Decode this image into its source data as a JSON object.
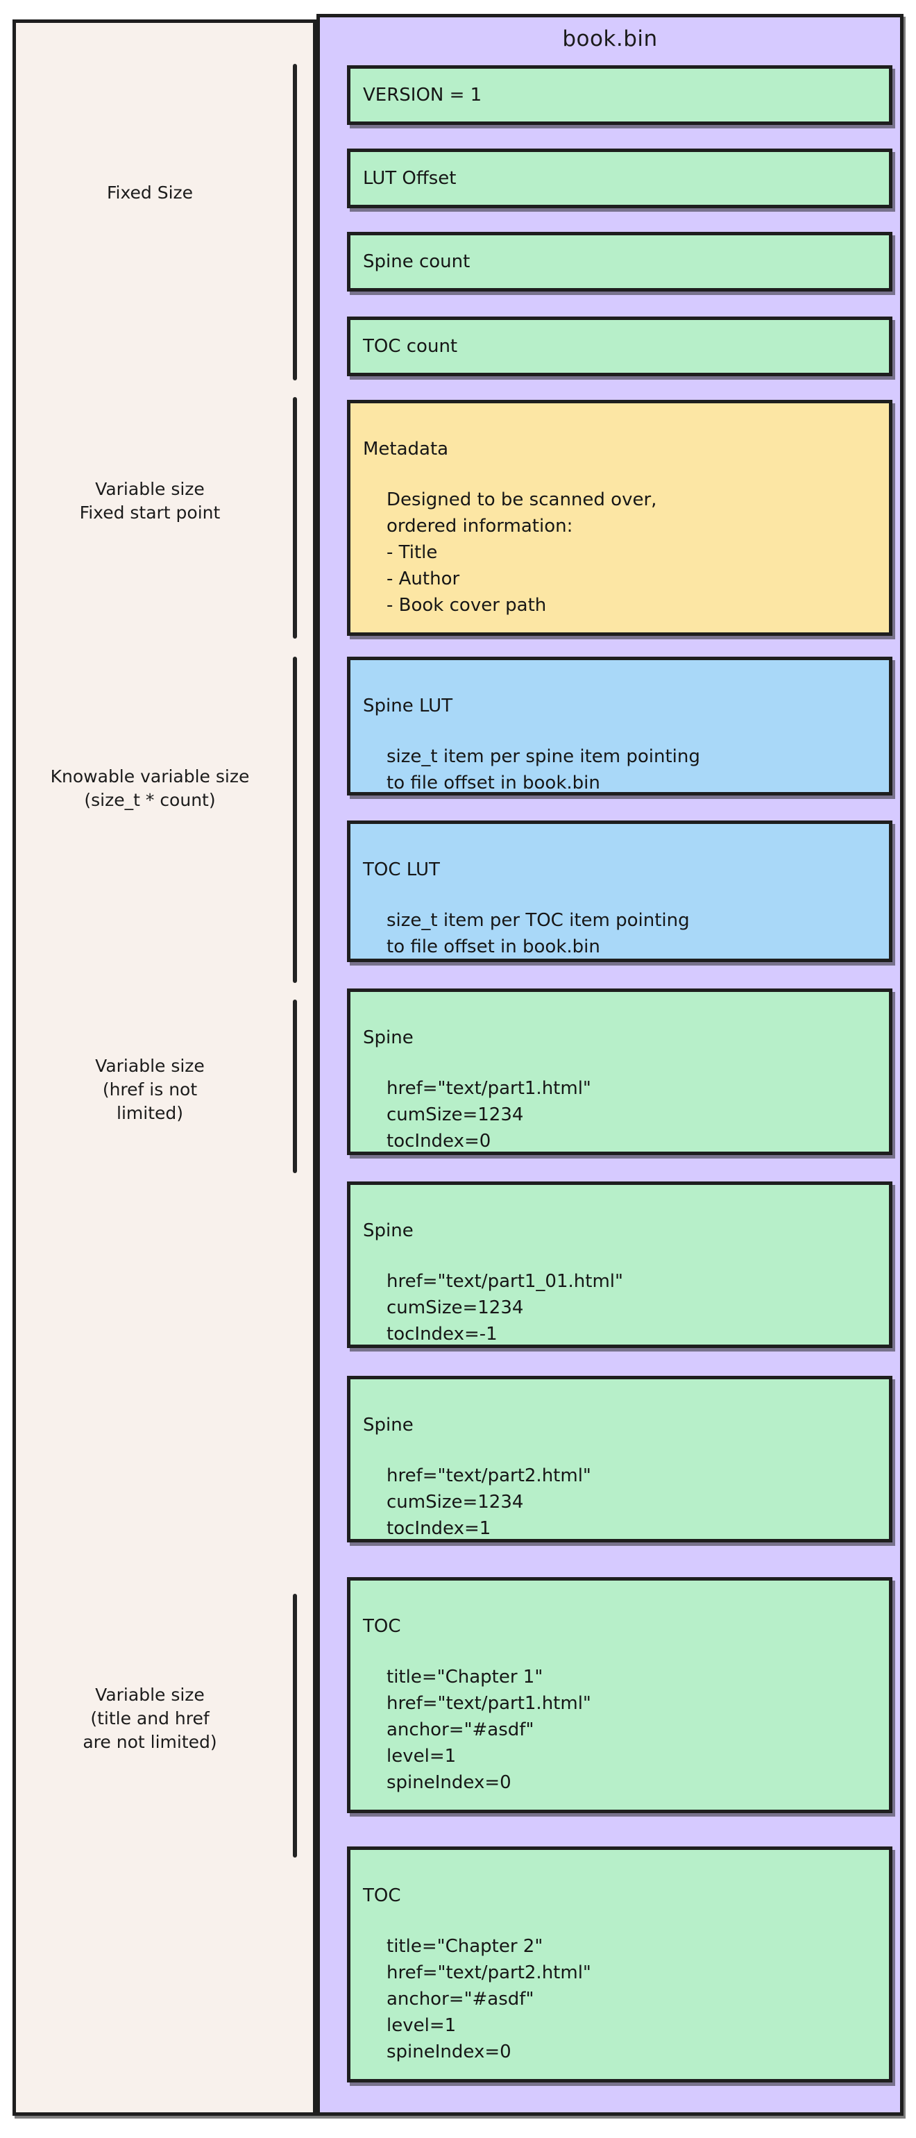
{
  "diagram": {
    "file_title": "book.bin",
    "colors": {
      "background": "#ffffff",
      "left_panel": "#f8f1ec",
      "right_panel": "#d6caff",
      "green": "#b7efc9",
      "yellow": "#fce6a4",
      "blue": "#a9d8f8",
      "stroke": "#1e1e1e"
    },
    "group_labels": [
      {
        "text": "Fixed Size"
      },
      {
        "text": "Variable size\nFixed start point"
      },
      {
        "text": "Knowable variable size\n(size_t * count)"
      },
      {
        "text": "Variable size\n(href is not\nlimited)"
      },
      {
        "text": "Variable size\n(title and href\nare not limited)"
      }
    ],
    "blocks": [
      {
        "color": "green",
        "title": "VERSION = 1",
        "body": ""
      },
      {
        "color": "green",
        "title": "LUT Offset",
        "body": ""
      },
      {
        "color": "green",
        "title": "Spine count",
        "body": ""
      },
      {
        "color": "green",
        "title": "TOC count",
        "body": ""
      },
      {
        "color": "yellow",
        "title": "Metadata",
        "body": "Designed to be scanned over,\nordered information:\n   - Title\n   - Author\n   - Book cover path"
      },
      {
        "color": "blue",
        "title": "Spine LUT",
        "body": "size_t item per spine item pointing\nto file offset in book.bin"
      },
      {
        "color": "blue",
        "title": "TOC LUT",
        "body": "size_t item per TOC item pointing\nto file offset in book.bin"
      },
      {
        "color": "green",
        "title": "Spine",
        "body": "href=\"text/part1.html\"\ncumSize=1234\ntocIndex=0"
      },
      {
        "color": "green",
        "title": "Spine",
        "body": "href=\"text/part1_01.html\"\ncumSize=1234\ntocIndex=-1"
      },
      {
        "color": "green",
        "title": "Spine",
        "body": "href=\"text/part2.html\"\ncumSize=1234\ntocIndex=1"
      },
      {
        "color": "green",
        "title": "TOC",
        "body": "title=\"Chapter 1\"\nhref=\"text/part1.html\"\nanchor=\"#asdf\"\nlevel=1\nspineIndex=0"
      },
      {
        "color": "green",
        "title": "TOC",
        "body": "title=\"Chapter 2\"\nhref=\"text/part2.html\"\nanchor=\"#asdf\"\nlevel=1\nspineIndex=0"
      }
    ]
  }
}
